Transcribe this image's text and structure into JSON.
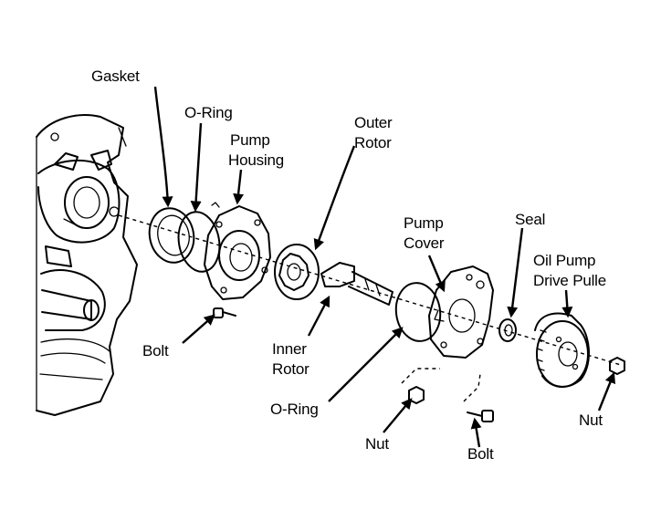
{
  "labels": {
    "gasket": "Gasket",
    "o_ring_top": "O-Ring",
    "pump_housing": [
      "Pump",
      "Housing"
    ],
    "outer_rotor": [
      "Outer",
      "Rotor"
    ],
    "pump_cover": [
      "Pump",
      "Cover"
    ],
    "seal": "Seal",
    "oil_pump_drive_pulley": [
      "Oil Pump",
      "Drive Pulle"
    ],
    "bolt_left": "Bolt",
    "inner_rotor": [
      "Inner",
      "Rotor"
    ],
    "o_ring_bottom": "O-Ring",
    "nut_bottom": "Nut",
    "bolt_bottom": "Bolt",
    "nut_right": "Nut"
  }
}
